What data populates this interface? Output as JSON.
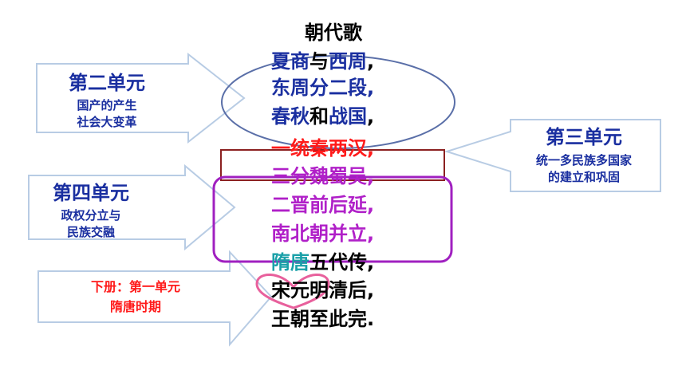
{
  "poem": {
    "title": "朝代歌",
    "lines": [
      {
        "segments": [
          {
            "text": "夏商",
            "color": "blue"
          },
          {
            "text": "与",
            "color": "black"
          },
          {
            "text": "西周",
            "color": "blue"
          },
          {
            "text": ",",
            "color": "black"
          }
        ]
      },
      {
        "segments": [
          {
            "text": "东周分二段,",
            "color": "blue"
          }
        ]
      },
      {
        "segments": [
          {
            "text": "春秋",
            "color": "blue"
          },
          {
            "text": "和",
            "color": "black"
          },
          {
            "text": "战国",
            "color": "blue"
          },
          {
            "text": ",",
            "color": "black"
          }
        ]
      },
      {
        "segments": [
          {
            "text": "一统秦两汉,",
            "color": "red"
          }
        ]
      },
      {
        "segments": [
          {
            "text": "三分魏蜀吴,",
            "color": "purple"
          }
        ]
      },
      {
        "segments": [
          {
            "text": "二晋前后延,",
            "color": "purple"
          }
        ]
      },
      {
        "segments": [
          {
            "text": "南北朝并立,",
            "color": "purple"
          }
        ]
      },
      {
        "segments": [
          {
            "text": "隋唐",
            "color": "teal"
          },
          {
            "text": "五代传,",
            "color": "black"
          }
        ]
      },
      {
        "segments": [
          {
            "text": "宋元明清后,",
            "color": "black"
          }
        ]
      },
      {
        "segments": [
          {
            "text": "王朝至此完.",
            "color": "black"
          }
        ]
      }
    ]
  },
  "units": {
    "unit2": {
      "title": "第二单元",
      "subtitle": [
        "国产的产生",
        "社会大变革"
      ]
    },
    "unit3": {
      "title": "第三单元",
      "subtitle": [
        "统一多民族多国家",
        "的建立和巩固"
      ]
    },
    "unit4": {
      "title": "第四单元",
      "subtitle": [
        "政权分立与",
        "民族交融"
      ]
    },
    "volume2_unit1": {
      "title": "下册：第一单元",
      "subtitle": [
        "隋唐时期"
      ]
    }
  },
  "colors": {
    "blue": "#1a2fa0",
    "red": "#ff1a1a",
    "purple": "#b020c8",
    "teal": "#1aa0a8",
    "black": "#000000",
    "arrow_border": "#b8cce4",
    "ellipse_stroke": "#5a6fa8",
    "rect_stroke": "#8b2020",
    "rounded_rect_stroke": "#a020c0",
    "heart": "#e8609c"
  }
}
